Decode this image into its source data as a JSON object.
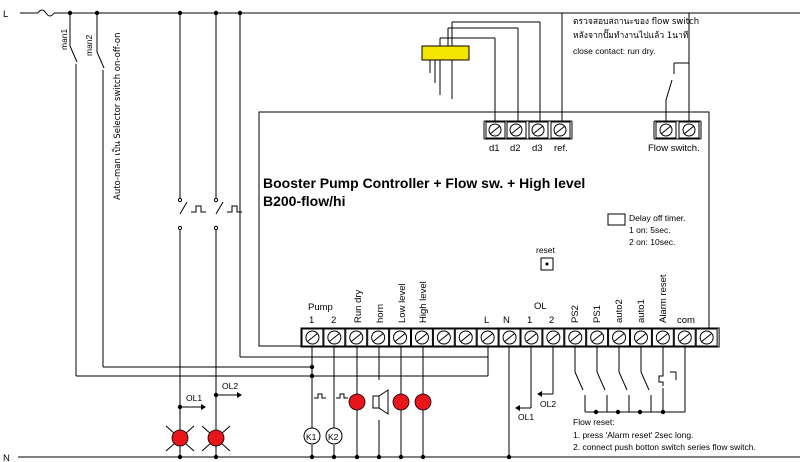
{
  "rails": {
    "line": "L",
    "neutral": "N"
  },
  "controller": {
    "title_line1": "Booster Pump Controller + Flow sw. + High level",
    "title_line2": "B200-flow/hi",
    "reset_label": "reset",
    "delay_title": "Delay off timer.",
    "delay_opt1": "1 on: 5sec.",
    "delay_opt2": "2 on: 10sec."
  },
  "top_terminals": {
    "d1": "d1",
    "d2": "d2",
    "d3": "d3",
    "ref": "ref.",
    "flow_switch": "Flow switch."
  },
  "flow_note": {
    "thai_line1": "ตรวจสอบสถานะของ flow switch",
    "thai_line2": "หลังจากปั๊มทำงานไปแล้ว 1นาที",
    "english": "close contact: run dry."
  },
  "switches": {
    "man1": "man1",
    "man2": "man2",
    "selector_note": "Auto-man เป็น Selector switch on-off-on"
  },
  "bottom_terminals": {
    "pump": "Pump",
    "pump1": "1",
    "pump2": "2",
    "run_dry": "Run dry",
    "horn": "horn",
    "low_level": "Low level",
    "high_level": "High level",
    "L": "L",
    "N": "N",
    "ol": "OL",
    "ol1": "1",
    "ol2": "2",
    "ps2": "PS2",
    "ps1": "PS1",
    "auto2": "auto2",
    "auto1": "auto1",
    "alarm_reset": "Alarm reset",
    "com": "com"
  },
  "overloads": {
    "ol1": "OL1",
    "ol2": "OL2"
  },
  "contactors": {
    "k1": "K1",
    "k2": "K2"
  },
  "flow_reset": {
    "title": "Flow reset:",
    "step1": "1. press 'Alarm reset'  2sec long.",
    "step2": "2. connect push botton switch series flow switch."
  },
  "colors": {
    "lamp": "#e8161b",
    "sensor": "#f5e400",
    "wire": "#000000"
  }
}
